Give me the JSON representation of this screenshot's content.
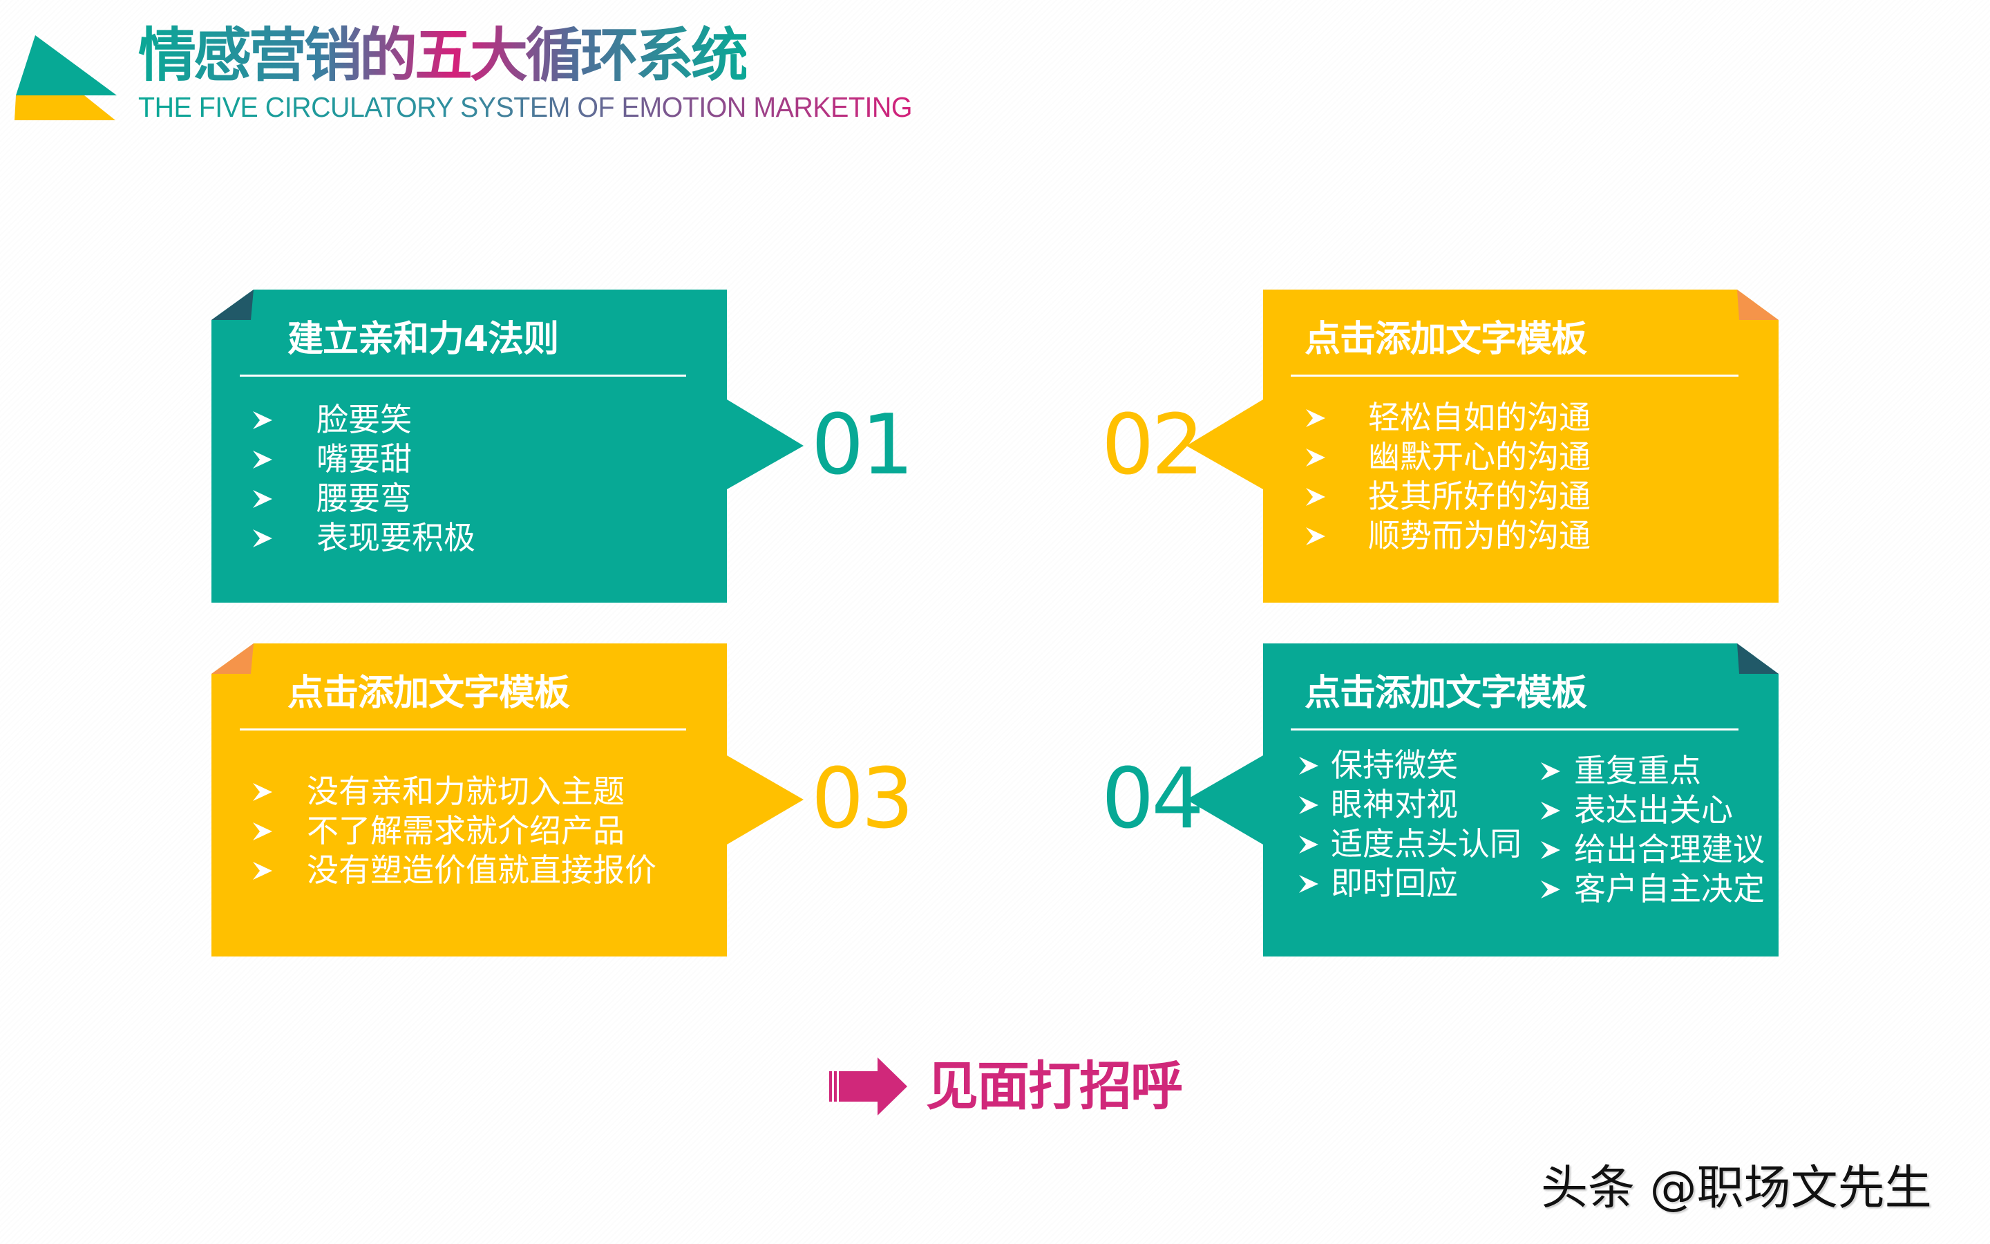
{
  "header": {
    "title_cn": "情感营销的五大循环系统",
    "title_en": "THE FIVE CIRCULATORY SYSTEM OF EMOTION MARKETING",
    "logo_icon": "stacked-triangle-logo"
  },
  "colors": {
    "teal": "#07A995",
    "teal_fold": "#215968",
    "yellow": "#FFC000",
    "yellow_fold": "#F5944A",
    "magenta": "#D0287A",
    "white": "#FFFFFF"
  },
  "cards": [
    {
      "number": "01",
      "title": "建立亲和力4法则",
      "color": "teal",
      "bullet_icon": "arrowhead-bullet-icon",
      "items": [
        "脸要笑",
        "嘴要甜",
        "腰要弯",
        "表现要积极"
      ]
    },
    {
      "number": "02",
      "title": "点击添加文字模板",
      "color": "yellow",
      "bullet_icon": "arrowhead-bullet-icon",
      "items": [
        "轻松自如的沟通",
        "幽默开心的沟通",
        "投其所好的沟通",
        "顺势而为的沟通"
      ]
    },
    {
      "number": "03",
      "title": "点击添加文字模板",
      "color": "yellow",
      "bullet_icon": "arrowhead-bullet-icon",
      "items": [
        "没有亲和力就切入主题",
        "不了解需求就介绍产品",
        "没有塑造价值就直接报价"
      ]
    },
    {
      "number": "04",
      "title": "点击添加文字模板",
      "color": "teal",
      "bullet_icon": "arrowhead-bullet-icon",
      "items_left": [
        "保持微笑",
        "眼神对视",
        "适度点头认同",
        "即时回应"
      ],
      "items_right": [
        "重复重点",
        "表达出关心",
        "给出合理建议",
        "客户自主决定"
      ]
    }
  ],
  "cta": {
    "icon": "right-arrow-icon",
    "label": "见面打招呼"
  },
  "watermark": "头条 @职场文先生"
}
